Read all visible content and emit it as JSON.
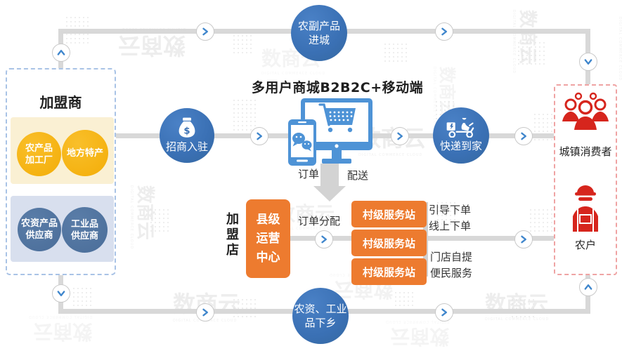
{
  "watermark": {
    "text": "数商云",
    "subtext": "DIGITAL COMMERCE CLOUD"
  },
  "colors": {
    "node_blue": "#3a70b4",
    "icon_blue": "#4e93d6",
    "chev_blue": "#3f86cc",
    "orange": "#ed7b2f",
    "yellow": "#f3ad08",
    "steel_blue": "#4a6d99",
    "red": "#d6251d",
    "line_gray": "#d8d8d8",
    "yellow_bg": "#faf0d3",
    "blue_bg": "#d8dfee",
    "left_dash": "#a9c3e6",
    "right_dash": "#efa3a3",
    "text_dark": "#1f1f1f",
    "text_gray": "#333333"
  },
  "franchisor": {
    "title": "加盟商",
    "suppliers": [
      {
        "lines": [
          "农产品",
          "加工厂"
        ]
      },
      {
        "lines": [
          "地方特产",
          ""
        ]
      },
      {
        "lines": [
          "农资产品",
          "供应商"
        ]
      },
      {
        "lines": [
          "工业品",
          "供应商"
        ]
      }
    ]
  },
  "flows": {
    "top_circle": {
      "lines": [
        "农副产品",
        "进城"
      ]
    },
    "bottom_circle": {
      "lines": [
        "农资、工业",
        "品下乡"
      ]
    },
    "merchant_circle": {
      "label": "招商入驻"
    },
    "delivery_circle": {
      "label": "快递到家"
    }
  },
  "platform": {
    "title": "多用户商城B2B2C+移动端",
    "order_label": "订单",
    "delivery_label": "配送"
  },
  "operation": {
    "store_label": "加盟店",
    "county_center_label": "县级运营中心",
    "order_assign_label": "订单分配",
    "stations": [
      "村级服务站",
      "村级服务站",
      "村级服务站"
    ],
    "services_top": [
      "引导下单",
      "线上下单"
    ],
    "services_bottom": [
      "门店自提",
      "便民服务"
    ]
  },
  "consumers": {
    "town_label": "城镇消费者",
    "farmer_label": "农户"
  }
}
